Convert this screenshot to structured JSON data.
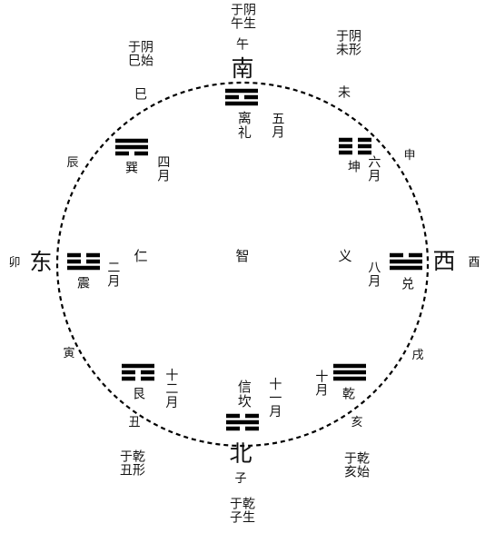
{
  "directions": {
    "south": "南",
    "east": "东",
    "west": "西",
    "north": "北"
  },
  "center": "智",
  "virtues": {
    "east": "仁",
    "west": "义",
    "south": "离礼",
    "north": "信坎"
  },
  "branches": {
    "wu": "午",
    "wei": "未",
    "shen": "申",
    "you": "酉",
    "xu": "戌",
    "hai": "亥",
    "zi": "子",
    "chou": "丑",
    "yin": "寅",
    "mao": "卯",
    "chen": "辰",
    "si": "巳"
  },
  "trigram_names": {
    "li": "离",
    "kun": "坤",
    "dui": "兑",
    "qian": "乾",
    "kan": "坎",
    "gen": "艮",
    "zhen": "震",
    "xun": "巽"
  },
  "months": {
    "may": "五月",
    "june": "六月",
    "august": "八月",
    "october": "十月",
    "november": "十一月",
    "december": "十二月",
    "february": "二月",
    "april": "四月"
  },
  "yin_yang_notes": {
    "yin_wu_sheng": [
      "于阴",
      "午生"
    ],
    "yin_si_shi": [
      "于阴",
      "巳始"
    ],
    "yin_wei_xing": [
      "于阴",
      "未形"
    ],
    "qian_chou_xing": [
      "于乾",
      "丑形"
    ],
    "qian_hai_shi": [
      "于乾",
      "亥始"
    ],
    "qian_zi_sheng": [
      "于乾",
      "子生"
    ]
  },
  "trigrams": {
    "li": [
      1,
      0,
      1
    ],
    "kun": [
      0,
      0,
      0
    ],
    "dui": [
      0,
      1,
      1
    ],
    "qian": [
      1,
      1,
      1
    ],
    "kan": [
      0,
      1,
      0
    ],
    "gen": [
      1,
      0,
      0
    ],
    "zhen": [
      0,
      0,
      1
    ],
    "xun": [
      1,
      1,
      0
    ]
  },
  "circle_style": "dashed"
}
